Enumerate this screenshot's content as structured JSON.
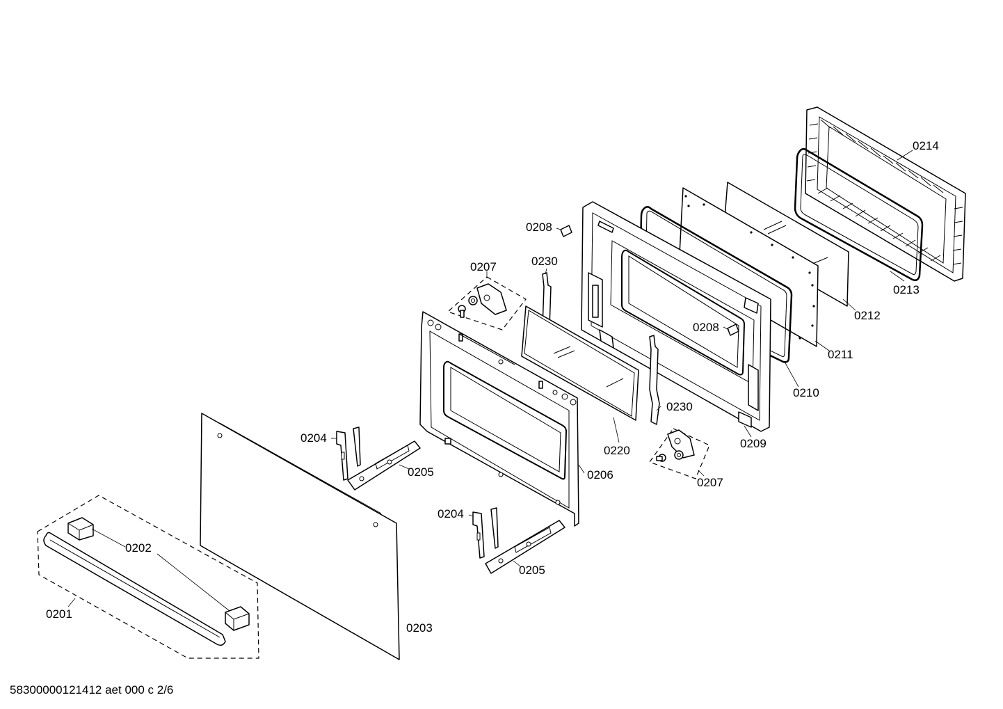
{
  "footer": "58300000121412 aet 000 c 2/6",
  "labels": {
    "p0201": "0201",
    "p0202": "0202",
    "p0203": "0203",
    "p0204a": "0204",
    "p0204b": "0204",
    "p0205a": "0205",
    "p0205b": "0205",
    "p0206": "0206",
    "p0207a": "0207",
    "p0207b": "0207",
    "p0208a": "0208",
    "p0208b": "0208",
    "p0209": "0209",
    "p0210": "0210",
    "p0211": "0211",
    "p0212": "0212",
    "p0213": "0213",
    "p0214": "0214",
    "p0220": "0220",
    "p0230a": "0230",
    "p0230b": "0230"
  }
}
